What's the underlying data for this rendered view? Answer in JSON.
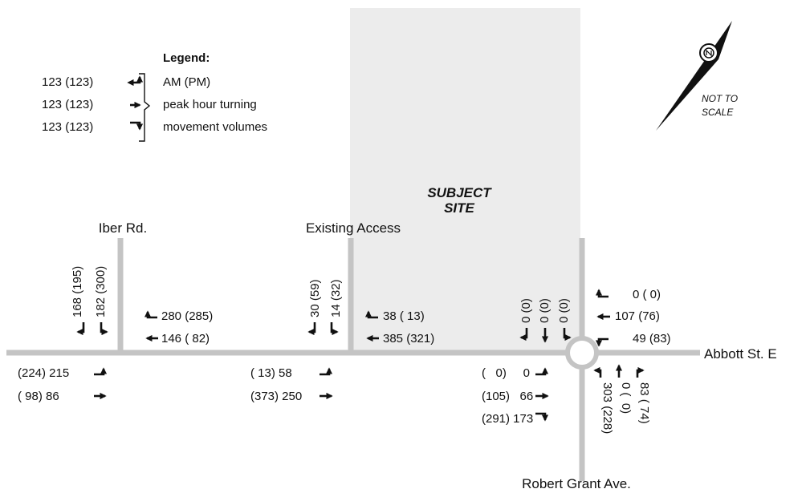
{
  "legend": {
    "title": "Legend:",
    "samples": [
      "123 (123)",
      "123 (123)",
      "123 (123)"
    ],
    "lines": [
      "AM (PM)",
      "peak hour turning",
      "movement volumes"
    ]
  },
  "north": {
    "note_line1": "NOT TO",
    "note_line2": "SCALE",
    "icon": "north-arrow-icon"
  },
  "site": {
    "line1": "SUBJECT",
    "line2": "SITE"
  },
  "streets": {
    "iber": "Iber Rd.",
    "access": "Existing Access",
    "abbott": "Abbott St. E",
    "robert": "Robert Grant Ave."
  },
  "iber_rd": {
    "sb_right": "168 (195)",
    "sb_left": "182 (300)",
    "wb_right": "280 (285)",
    "wb_through": "146 ( 82)",
    "eb_left": "(224) 215",
    "eb_through": "( 98)  86"
  },
  "existing_access": {
    "sb_right": "30 (59)",
    "sb_left": "14 (32)",
    "wb_right": "38 ( 13)",
    "wb_through": "385 (321)",
    "eb_left": "( 13)  58",
    "eb_through": "(373) 250"
  },
  "robert_grant": {
    "sb_right": "0 (0)",
    "sb_through": "0 (0)",
    "sb_left": "0 (0)",
    "wb_uturn": "0 ( 0)",
    "wb_through": "107 (76)",
    "wb_left": "49 (83)",
    "eb_left": "(   0)     0",
    "eb_through": "(105)   66",
    "eb_right": "(291) 173",
    "nb_left": "303 (228)",
    "nb_through": "0 (  0)",
    "nb_right": "83 ( 74)"
  }
}
